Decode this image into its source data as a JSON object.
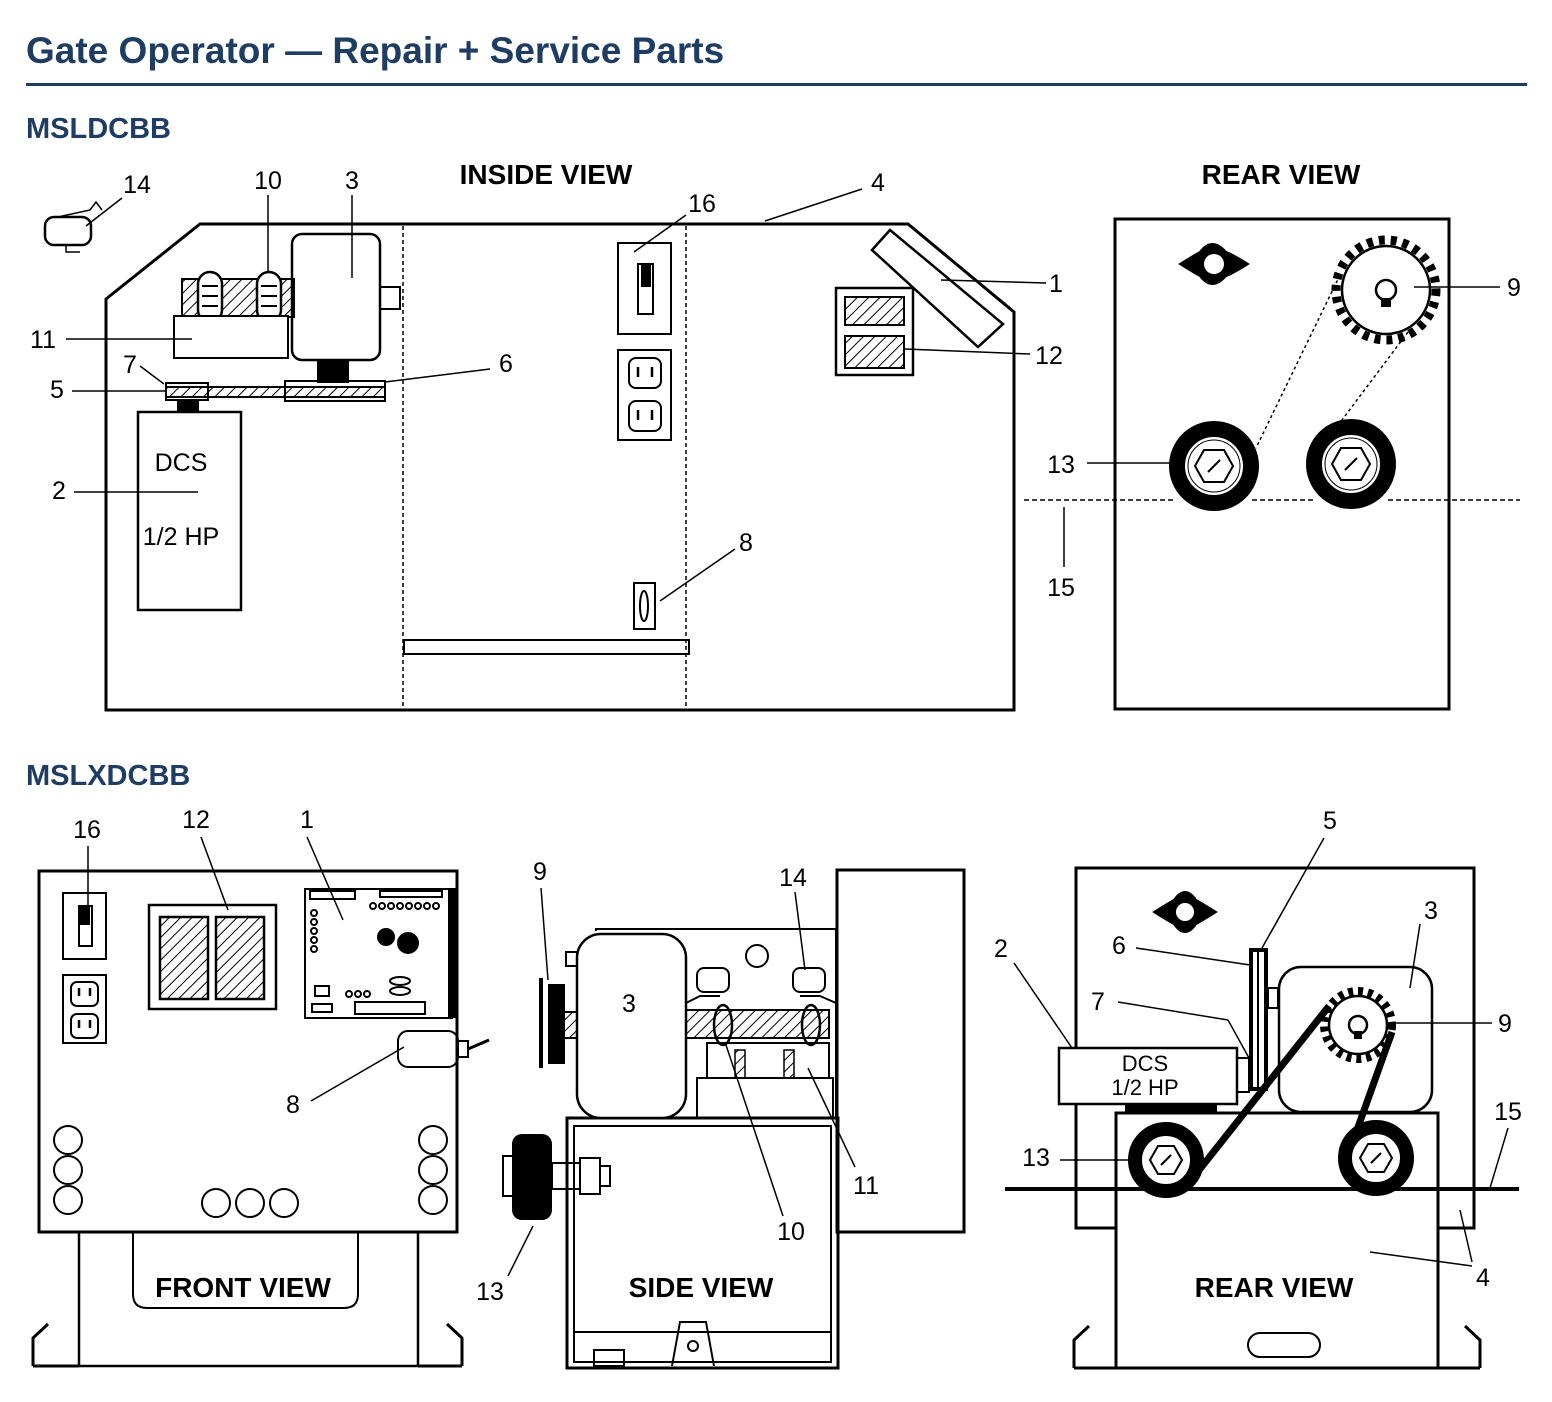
{
  "title": "Gate Operator — Repair + Service Parts",
  "accent_color": "#1f3d63",
  "sections": [
    {
      "model": "MSLDCBB",
      "views": [
        "INSIDE VIEW",
        "REAR VIEW"
      ],
      "motor": {
        "line1": "DCS",
        "line2": "1/2 HP"
      },
      "part_callouts": [
        "14",
        "10",
        "3",
        "16",
        "4",
        "1",
        "11",
        "7",
        "5",
        "6",
        "12",
        "2",
        "8",
        "9",
        "13",
        "15"
      ]
    },
    {
      "model": "MSLXDCBB",
      "views": [
        "FRONT VIEW",
        "SIDE VIEW",
        "REAR VIEW"
      ],
      "motor": {
        "line1": "DCS",
        "line2": "1/2 HP"
      },
      "part_callouts": [
        "16",
        "12",
        "1",
        "8",
        "9",
        "14",
        "3",
        "10",
        "11",
        "13",
        "5",
        "2",
        "6",
        "7",
        "9",
        "3",
        "13",
        "15",
        "4"
      ]
    }
  ]
}
